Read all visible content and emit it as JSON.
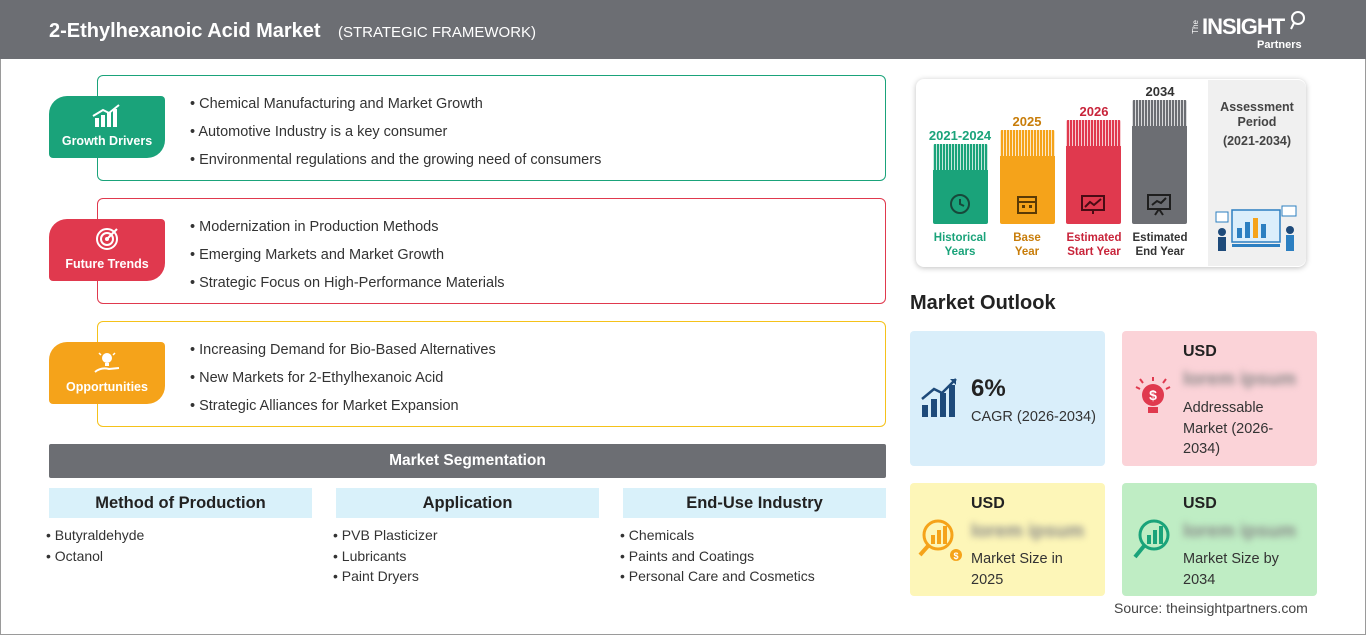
{
  "header": {
    "title": "2-Ethylhexanoic Acid Market",
    "subtitle": "(STRATEGIC FRAMEWORK)",
    "logo_the": "The",
    "logo_insight": "INSIGHT",
    "logo_partners": "Partners"
  },
  "colors": {
    "drivers": "#1aa37a",
    "trends": "#e0394e",
    "opportunities": "#f5a31a",
    "header_bg": "#6c6e73"
  },
  "cards": [
    {
      "label": "Growth Drivers",
      "icon": "growth-chart-icon",
      "items": [
        "Chemical Manufacturing and Market Growth",
        "Automotive Industry is a key consumer",
        "Environmental regulations and the growing need of consumers"
      ]
    },
    {
      "label": "Future Trends",
      "icon": "target-icon",
      "items": [
        "Modernization in Production Methods",
        "Emerging Markets and Market Growth",
        "Strategic Focus on High-Performance Materials"
      ]
    },
    {
      "label": "Opportunities",
      "icon": "lightbulb-hand-icon",
      "items": [
        "Increasing Demand for Bio-Based Alternatives",
        "New Markets for 2-Ethylhexanoic Acid",
        "Strategic Alliances for Market Expansion"
      ]
    }
  ],
  "segmentation": {
    "title": "Market Segmentation",
    "columns": [
      {
        "heading": "Method of Production",
        "items": [
          "Butyraldehyde",
          "Octanol"
        ]
      },
      {
        "heading": "Application",
        "items": [
          "PVB Plasticizer",
          "Lubricants",
          "Paint Dryers"
        ]
      },
      {
        "heading": "End-Use Industry",
        "items": [
          "Chemicals",
          "Paints and Coatings",
          "Personal Care and Cosmetics"
        ]
      }
    ]
  },
  "timeline": {
    "columns": [
      {
        "year": "2021-2024",
        "caption_1": "Historical",
        "caption_2": "Years",
        "color": "#1aa37a",
        "icon": "history-icon"
      },
      {
        "year": "2025",
        "caption_1": "Base",
        "caption_2": "Year",
        "color": "#f5a31a",
        "icon": "calendar-icon"
      },
      {
        "year": "2026",
        "caption_1": "Estimated",
        "caption_2": "Start Year",
        "color": "#e0394e",
        "icon": "chart-start-icon"
      },
      {
        "year": "2034",
        "caption_1": "Estimated",
        "caption_2": "End Year",
        "color": "#6c6e73",
        "icon": "presentation-icon"
      }
    ],
    "assessment_label_1": "Assessment",
    "assessment_label_2": "Period",
    "assessment_range": "(2021-2034)"
  },
  "outlook": {
    "title": "Market Outlook",
    "cagr_value": "6%",
    "cagr_label": "CAGR (2026-2034)",
    "addressable_currency": "USD",
    "addressable_value": "lorem ipsum",
    "addressable_label_1": "Addressable",
    "addressable_label_2": "Market (2026-",
    "addressable_label_3": "2034)",
    "size2025_currency": "USD",
    "size2025_value": "lorem ipsum",
    "size2025_label_1": "Market Size in",
    "size2025_label_2": "2025",
    "size2034_currency": "USD",
    "size2034_value": "lorem ipsum",
    "size2034_label_1": "Market Size by",
    "size2034_label_2": "2034"
  },
  "source": "Source: theinsightpartners.com"
}
